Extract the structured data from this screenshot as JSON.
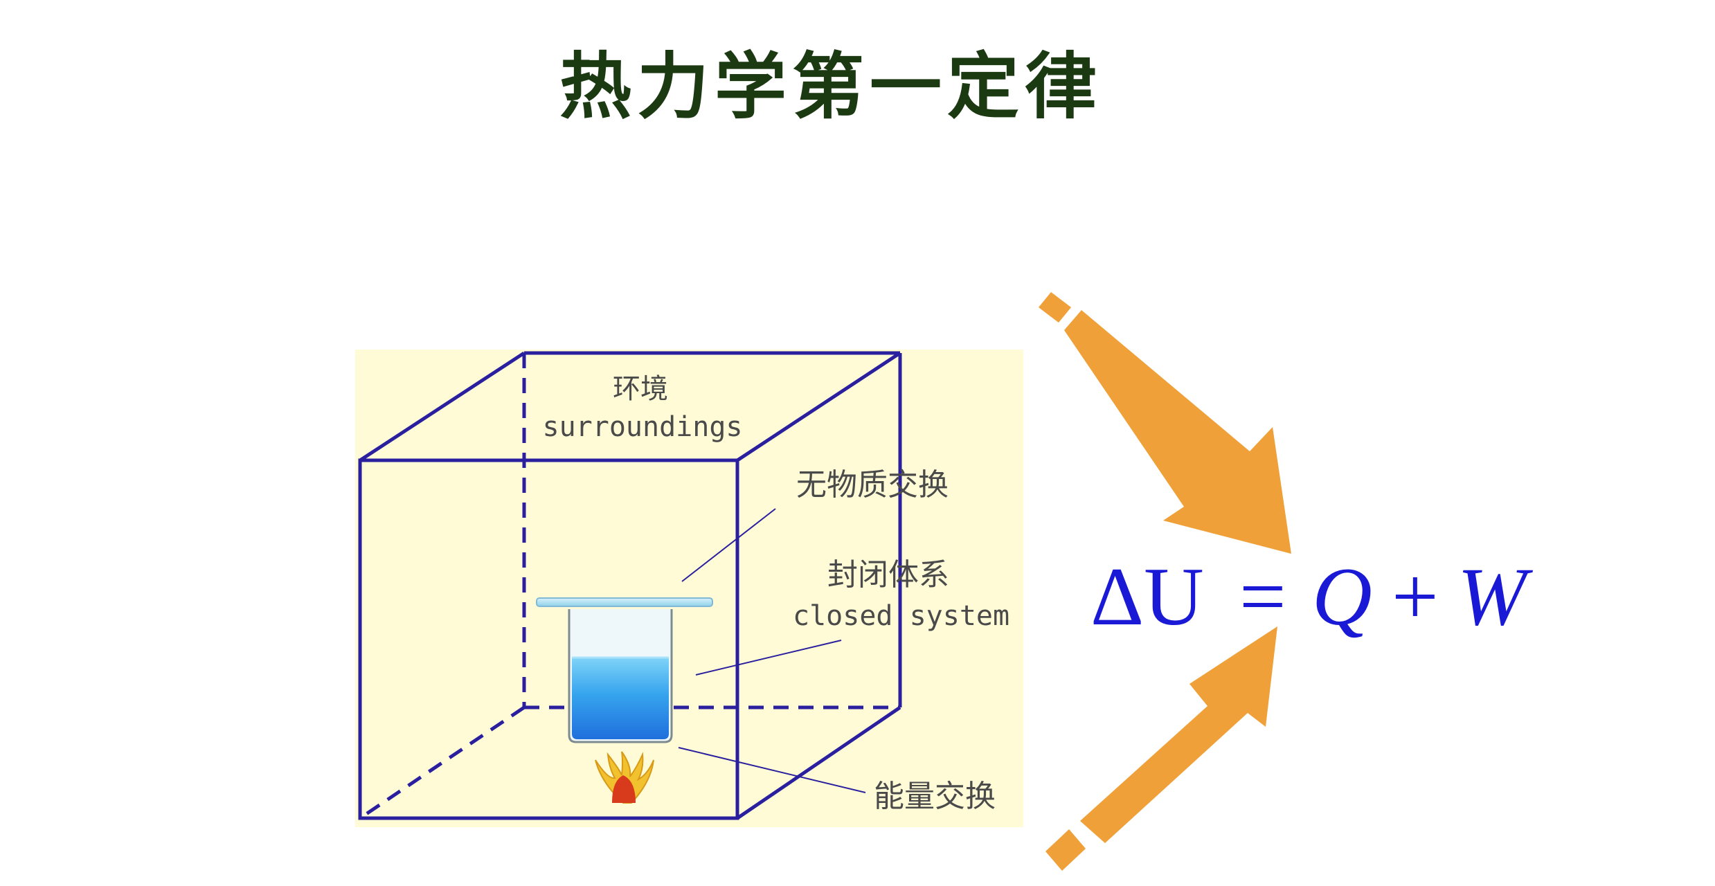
{
  "title": "热力学第一定律",
  "labels": {
    "surroundings_cn": "环境",
    "surroundings_en": "surroundings",
    "no_matter_exchange": "无物质交换",
    "closed_system_cn": "封闭体系",
    "closed_system_en": "closed system",
    "energy_exchange": "能量交换"
  },
  "equation": {
    "delta_u": "ΔU",
    "equals": "=",
    "q": "Q",
    "plus": "+",
    "w": "W"
  },
  "colors": {
    "title": "#1c3a12",
    "cube_edge": "#2a1f9e",
    "panel_bg": "#fffbd6",
    "arrow": "#f0a038",
    "equation": "#1a1ad6",
    "water": "#2d8fe6",
    "lid": "#a8e0f0"
  },
  "icons": {
    "container": "beaker-icon",
    "heat_source": "flame-icon"
  }
}
